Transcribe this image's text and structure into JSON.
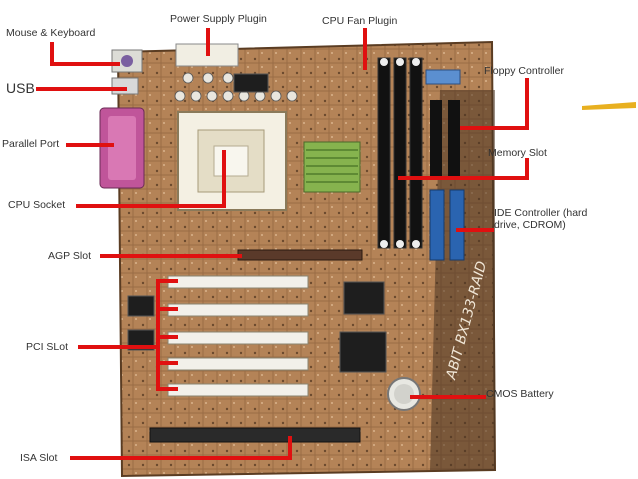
{
  "labels": {
    "mouse_keyboard": "Mouse & Keyboard",
    "usb": "USB",
    "parallel_port": "Parallel Port",
    "cpu_socket": "CPU Socket",
    "agp_slot": "AGP Slot",
    "pci_slot": "PCI SLot",
    "isa_slot": "ISA Slot",
    "power_supply_plugin": "Power Supply Plugin",
    "cpu_fan_plugin": "CPU Fan Plugin",
    "floppy_controller": "Floppy Controller",
    "memory_slot": "Memory Slot",
    "ide_controller": "IDE Controller (hard drive, CDROM)",
    "cmos_battery": "CMOS Battery"
  },
  "board_text": "ABIT BX133-RAID",
  "colors": {
    "pointer": "#e01010",
    "board": "#b8885a",
    "board_dark": "#3a2a1c",
    "pci_slot": "#f2f0ea",
    "memory_slot": "#111111",
    "ide_connector": "#2a64b0",
    "cpu_socket": "#f5f1e6",
    "arrow": "#e8b020"
  }
}
